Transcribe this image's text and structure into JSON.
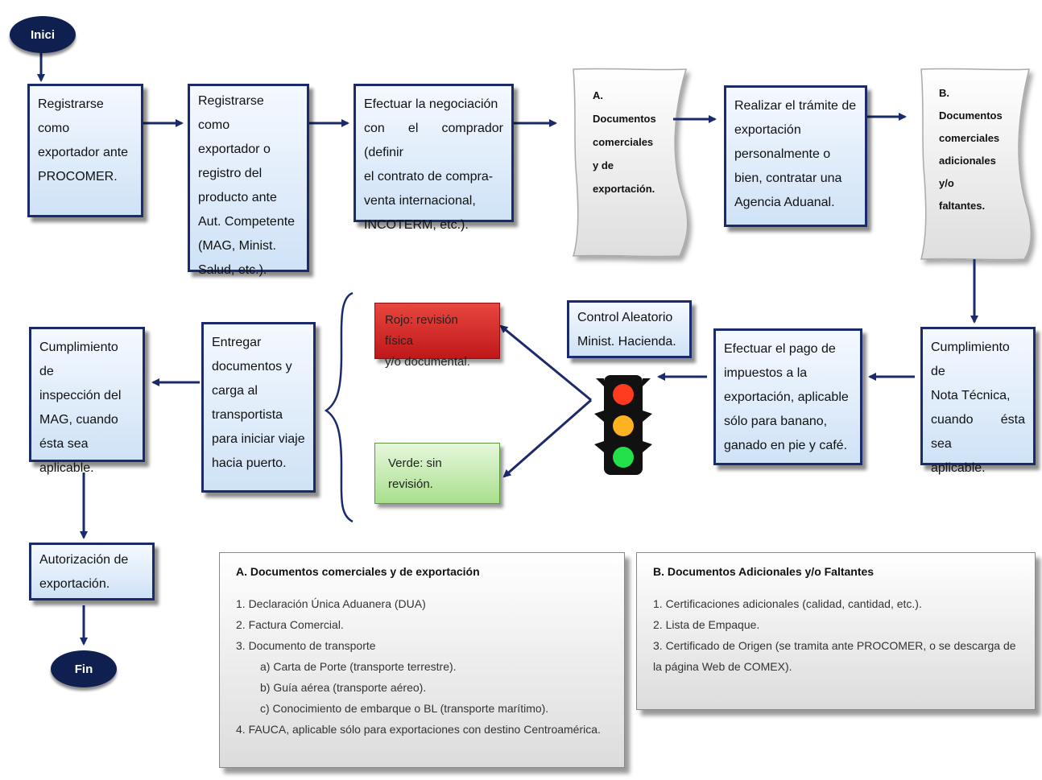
{
  "start": "Inici",
  "end": "Fin",
  "steps": {
    "registro_procomer": [
      "Registrarse como",
      "exportador ante",
      "PROCOMER."
    ],
    "registro_autoridad": [
      "Registrarse como",
      "exportador o",
      "registro del",
      "producto ante",
      "Aut. Competente",
      "(MAG, Minist.",
      "Salud, etc.)."
    ],
    "negociacion": [
      "Efectuar la negociación",
      "con el comprador (definir",
      "el contrato de compra-",
      "venta internacional,",
      "INCOTERM, etc.)."
    ],
    "doc_a": [
      "A.",
      "Documentos",
      "comerciales",
      "y de",
      "exportación."
    ],
    "tramite": [
      "Realizar el trámite de",
      "exportación",
      "personalmente o",
      "bien, contratar una",
      "Agencia Aduanal."
    ],
    "doc_b": [
      "B.",
      "Documentos",
      "comerciales",
      "adicionales",
      "y/o",
      "faltantes."
    ],
    "nota_tecnica": [
      "Cumplimiento de",
      "Nota Técnica,",
      "cuando ésta sea",
      "aplicable."
    ],
    "pago_impuestos": [
      "Efectuar el pago de",
      "impuestos a la",
      "exportación, aplicable",
      "sólo para banano,",
      "ganado en pie y café."
    ],
    "control": [
      "Control Aleatorio",
      "Minist. Hacienda."
    ],
    "rojo": [
      "Rojo: revisión física",
      "y/o documental."
    ],
    "verde": "Verde: sin revisión.",
    "entregar": [
      "Entregar",
      "documentos y",
      "carga al",
      "transportista",
      "para iniciar viaje",
      "hacia puerto."
    ],
    "inspeccion_mag": [
      "Cumplimiento de",
      "inspección del",
      "MAG, cuando",
      "ésta sea",
      "aplicable."
    ],
    "autorizacion": [
      "Autorización de",
      "exportación."
    ]
  },
  "panel_a": {
    "title": "A. Documentos comerciales y de exportación",
    "items": [
      "1. Declaración Única Aduanera (DUA)",
      "2. Factura Comercial.",
      "3. Documento de transporte",
      "a)    Carta de Porte (transporte terrestre).",
      "b)    Guía aérea (transporte aéreo).",
      "c)    Conocimiento de embarque o BL (transporte marítimo).",
      "4. FAUCA, aplicable sólo para exportaciones con destino Centroamérica."
    ]
  },
  "panel_b": {
    "title": "B. Documentos Adicionales y/o Faltantes",
    "items": [
      "1. Certificaciones adicionales (calidad, cantidad, etc.).",
      "2. Lista de Empaque.",
      "3. Certificado de Origen (se tramita ante PROCOMER, o se descarga de",
      "la página Web de COMEX)."
    ]
  },
  "colors": {
    "navy": "#0f1f4f",
    "border": "#1a2a6b",
    "red": "#c0181a",
    "green": "#a8df8c"
  }
}
